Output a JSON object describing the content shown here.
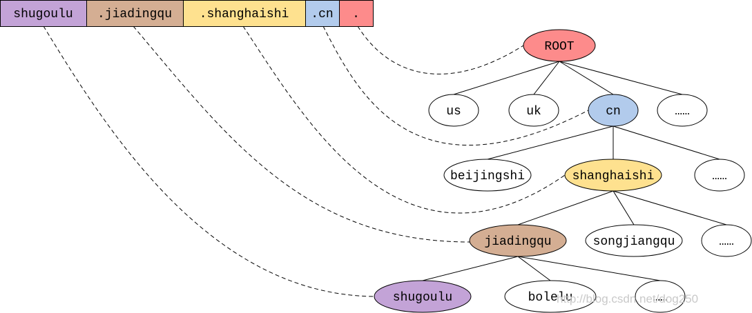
{
  "domain_bar": [
    {
      "id": "shugoulu",
      "label": "shugoulu",
      "color": "#c3a3d7"
    },
    {
      "id": "jiadingqu",
      "label": ".jiadingqu",
      "color": "#d4ae93"
    },
    {
      "id": "shanghaishi",
      "label": ".shanghaishi",
      "color": "#fee18f"
    },
    {
      "id": "cn",
      "label": ".cn",
      "color": "#b2cbec"
    },
    {
      "id": "root",
      "label": ".",
      "color": "#fd8b8b"
    }
  ],
  "tree": {
    "nodes": [
      {
        "id": "root",
        "label": "ROOT",
        "color": "#fd8b8b",
        "parent": null
      },
      {
        "id": "us",
        "label": "us",
        "color": "#ffffff",
        "parent": "root"
      },
      {
        "id": "uk",
        "label": "uk",
        "color": "#ffffff",
        "parent": "root"
      },
      {
        "id": "cn",
        "label": "cn",
        "color": "#b2cbec",
        "parent": "root"
      },
      {
        "id": "more1",
        "label": "……",
        "color": "#ffffff",
        "parent": "root"
      },
      {
        "id": "beijingshi",
        "label": "beijingshi",
        "color": "#ffffff",
        "parent": "cn"
      },
      {
        "id": "shanghaishi",
        "label": "shanghaishi",
        "color": "#fee18f",
        "parent": "cn"
      },
      {
        "id": "more2",
        "label": "……",
        "color": "#ffffff",
        "parent": "cn"
      },
      {
        "id": "jiadingqu",
        "label": "jiadingqu",
        "color": "#d4ae93",
        "parent": "shanghaishi"
      },
      {
        "id": "songjiangqu",
        "label": "songjiangqu",
        "color": "#ffffff",
        "parent": "shanghaishi"
      },
      {
        "id": "more3",
        "label": "……",
        "color": "#ffffff",
        "parent": "shanghaishi"
      },
      {
        "id": "shugoulu",
        "label": "shugoulu",
        "color": "#c3a3d7",
        "parent": "jiadingqu"
      },
      {
        "id": "bolelu",
        "label": "bolelu",
        "color": "#ffffff",
        "parent": "jiadingqu"
      },
      {
        "id": "more4",
        "label": "……",
        "color": "#ffffff",
        "parent": "jiadingqu"
      }
    ]
  },
  "watermark": "http://blog.csdn.net/dog250"
}
